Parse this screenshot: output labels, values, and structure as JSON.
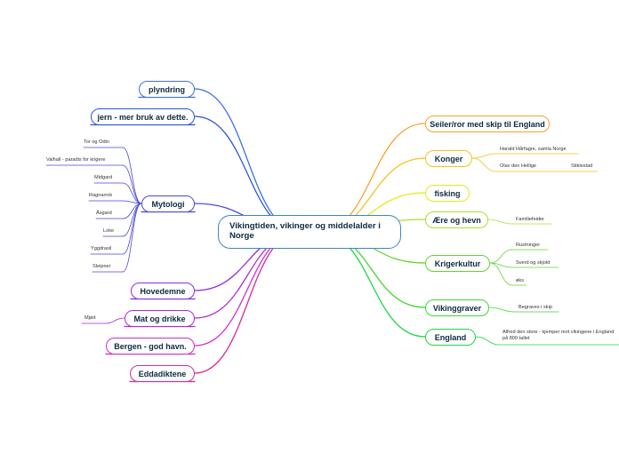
{
  "center": {
    "title": "Vikingtiden, vikinger og middelalder i Norge",
    "color": "#3a86c8"
  },
  "left_topics": [
    {
      "label": "plyndring",
      "color": "#3f6fe0"
    },
    {
      "label": "jern - mer bruk av dette.",
      "color": "#2d55d6"
    },
    {
      "label": "Mytologi",
      "color": "#4a47d8",
      "leaves": [
        "Tor og Odin",
        "Valhall - paradis for krigere",
        "Midgard",
        "Ragnarrok",
        "Åsgard",
        "Loke",
        "Yggdrasil",
        "Sleipner"
      ]
    },
    {
      "label": "Hovedemne",
      "color": "#8a2be2"
    },
    {
      "label": "Mat og drikke",
      "color": "#b02ad6",
      "leaves": [
        "Mjød"
      ]
    },
    {
      "label": "Bergen - god havn.",
      "color": "#d42ad0"
    },
    {
      "label": "Eddadiktene",
      "color": "#d62a9a"
    }
  ],
  "right_topics": [
    {
      "label": "Seiler/ror med skip til England",
      "color": "#f4a62a"
    },
    {
      "label": "Konger",
      "color": "#f2c21c",
      "leaves": [
        "Harald Hårfagre, samla Norge",
        "Olav den Hellige",
        "Stiklestad"
      ]
    },
    {
      "label": "fisking",
      "color": "#e8e81a"
    },
    {
      "label": "Ære og hevn",
      "color": "#a8e02a",
      "leaves": [
        "Familiefeider"
      ]
    },
    {
      "label": "Krigerkultur",
      "color": "#62d62a",
      "leaves": [
        "Rustninger",
        "Sverd og skjold",
        "øks"
      ]
    },
    {
      "label": "Vikinggraver",
      "color": "#3fd82a",
      "leaves": [
        "Begraves i skip"
      ]
    },
    {
      "label": "England",
      "color": "#1fd644",
      "leaves": [
        "Alfred den store - kjemper mot vikingene i England på 800 tallet"
      ]
    }
  ]
}
